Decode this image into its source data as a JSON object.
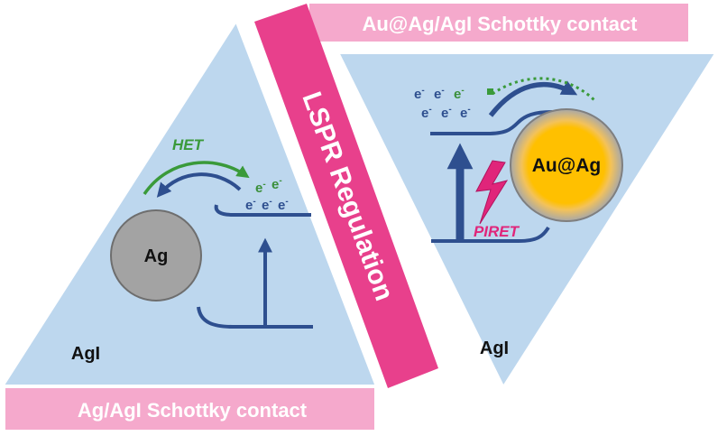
{
  "colors": {
    "background": "#ffffff",
    "panel_fill": "#bdd7ee",
    "panel_stroke": "#ffffff",
    "banner_pink": "#f5a9cc",
    "banner_text": "#ffffff",
    "diagonal_band": "#e8408c",
    "band_text": "#ffffff",
    "band_line": "#2e4f8f",
    "electron_blue": "#2e4f8f",
    "electron_green": "#3a8f3a",
    "het_green": "#3a9a3a",
    "piret_magenta": "#e0257a",
    "ag_sphere": "#a3a3a3",
    "ag_sphere_stroke": "#6e6e6e",
    "auag_core": "#ffc000",
    "auag_halo": "#7f7f7f",
    "label_dark": "#111111"
  },
  "top_banner": {
    "text": "Au@Ag/AgI Schottky contact"
  },
  "bottom_banner": {
    "text": "Ag/AgI Schottky contact"
  },
  "diagonal_band": {
    "text": "LSPR Regulation"
  },
  "left_panel": {
    "material_label": "AgI",
    "sphere_label": "Ag",
    "transfer_label": "HET",
    "electron_symbol": "e",
    "electron_superscript": "-"
  },
  "right_panel": {
    "material_label": "AgI",
    "sphere_label": "Au@Ag",
    "transfer_label": "PIRET",
    "electron_symbol": "e",
    "electron_superscript": "-"
  },
  "icons": {
    "lightning": "lightning-bolt-icon"
  }
}
